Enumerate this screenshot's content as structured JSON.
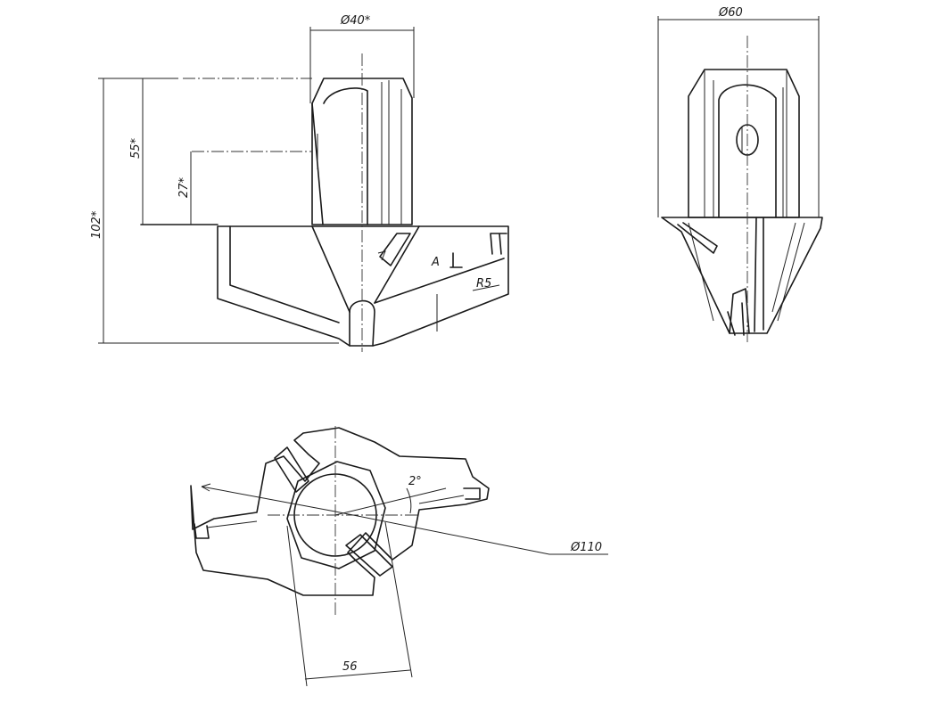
{
  "drawing": {
    "front_view": {
      "width_dim": "Ø40*",
      "height_total": "102*",
      "height_upper": "55*",
      "height_lower": "27*",
      "radius": "R5",
      "section_label": "A"
    },
    "side_view": {
      "diameter": "Ø60"
    },
    "top_view": {
      "diameter": "Ø110",
      "width": "56",
      "angle": "2°"
    }
  }
}
